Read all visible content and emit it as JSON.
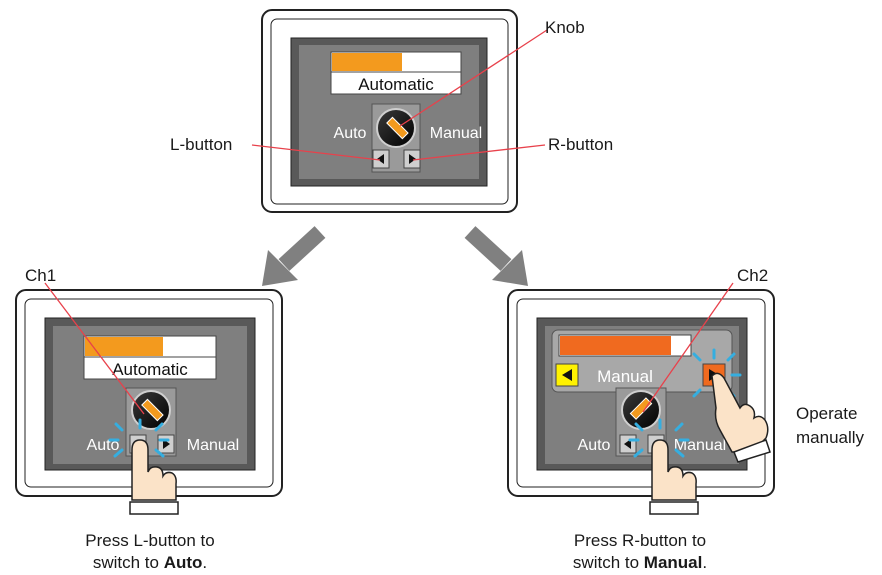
{
  "top": {
    "display_text": "Automatic",
    "label_auto": "Auto",
    "label_manual": "Manual",
    "callout_knob": "Knob",
    "callout_l_button": "L-button",
    "callout_r_button": "R-button",
    "bar_fill": 0.55
  },
  "left": {
    "callout": "Ch1",
    "display_text": "Automatic",
    "label_auto": "Auto",
    "label_manual": "Manual",
    "bar_fill": 0.6,
    "caption_line1": "Press L-button to",
    "caption_line2_prefix": "switch to ",
    "caption_line2_bold": "Auto",
    "caption_line2_suffix": "."
  },
  "right": {
    "callout": "Ch2",
    "display_text": "Manual",
    "label_auto": "Auto",
    "label_manual": "Manual",
    "bar_fill": 0.85,
    "side_note_line1": "Operate",
    "side_note_line2": "manually",
    "caption_line1": "Press R-button to",
    "caption_line2_prefix": "switch to ",
    "caption_line2_bold": "Manual",
    "caption_line2_suffix": "."
  },
  "colors": {
    "bezel": "#ffffff",
    "screen": "#595959",
    "panel": "#7f7f7f",
    "bar_auto": "#f39a1e",
    "bar_manual": "#f06a1f",
    "leader_line": "#e8414b",
    "arrow": "#808080",
    "touch": "#35aee0",
    "skin": "#fbe3c8",
    "button_yellow": "#fff200"
  }
}
